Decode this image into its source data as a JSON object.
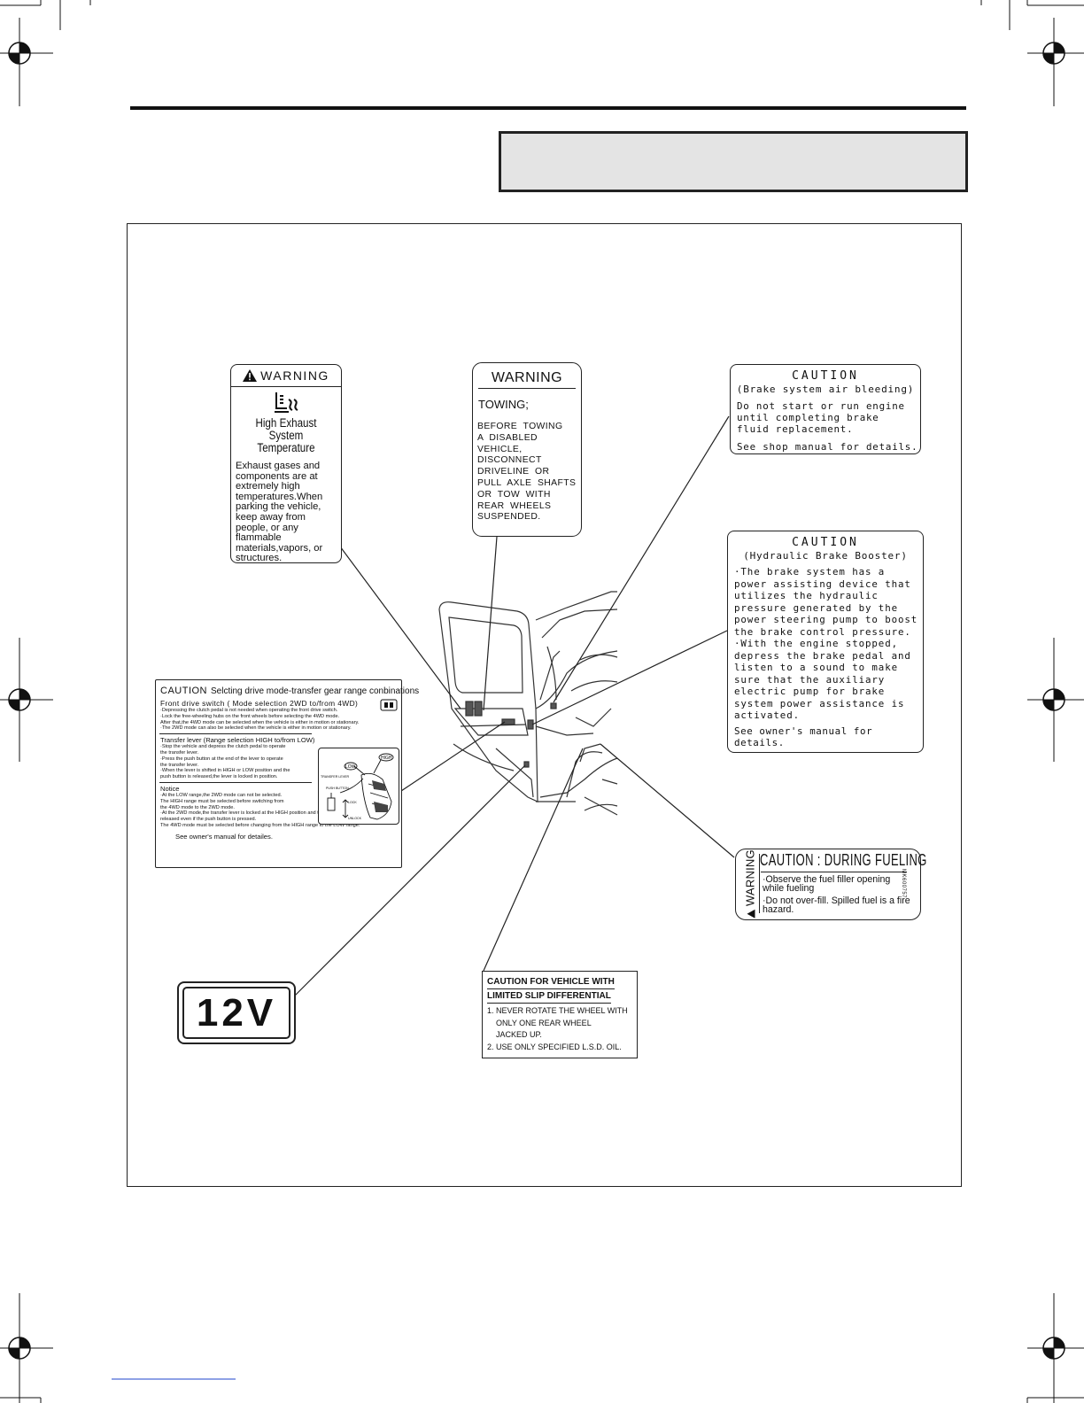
{
  "header": {
    "section_title": ""
  },
  "labels": {
    "exhaust_warning": {
      "heading": "WARNING",
      "subtitle_line1": "High Exhaust System",
      "subtitle_line2": "Temperature",
      "body": "Exhaust gases and components are at extremely high temperatures.When parking the vehicle, keep away from people, or any flammable materials,vapors, or structures."
    },
    "towing_warning": {
      "heading": "WARNING",
      "subtitle": "TOWING;",
      "body": "BEFORE  TOWING\nA  DISABLED\nVEHICLE,\nDISCONNECT\nDRIVELINE  OR\nPULL  AXLE  SHAFTS\nOR  TOW  WITH\nREAR  WHEELS\nSUSPENDED."
    },
    "brake_air_bleeding_caution": {
      "heading": "CAUTION",
      "subtitle": "(Brake system air bleeding)",
      "line1": "Do not start or run engine",
      "line2": "until completing brake",
      "line3": "fluid replacement.",
      "footer": "See shop manual for details."
    },
    "hydraulic_brake_booster_caution": {
      "heading": "CAUTION",
      "subtitle": "(Hydraulic Brake Booster)",
      "bullet1": "·The brake system has a power assisting device that utilizes the hydraulic pressure generated by the power steering pump to boost the brake control pressure.",
      "bullet2": "·With the engine stopped, depress the brake pedal and listen to a sound to make sure that the auxiliary electric pump for brake system power assistance is activated.",
      "footer": "See owner's manual for details."
    },
    "drive_mode_caution": {
      "heading": "CAUTION",
      "title": "Selcting drive mode-transfer gear range conbinations",
      "front_switch": "Front drive switch ( Mode selection 2WD to/from 4WD)",
      "front_lines": [
        "·Depressing the clutch pedal is not needed when operating the front drive switch.",
        "·Lock the free-wheeling hubs on the front wheels before selecting the 4WD mode.",
        "  After that,the 4WD mode can be selected when the vehicle is either in motion or stationary.",
        "·The 2WD mode can also be selected when the vehicle is either in motion or stationary."
      ],
      "transfer_lever": "Transfer lever (Range selection HIGH to/from LOW)",
      "transfer_lines": [
        "·Stop the vehicle and depress the clutch pedal to operate",
        "  the transfer lever.",
        "·Press the push button at the end of the lever to operate",
        "  the transfer lever.",
        "·When the lever is shifted in HIGH or LOW position and the",
        "  push button is released,the lever is locked in position."
      ],
      "notice": "Notice",
      "notice_lines": [
        "·At the LOW range,the 2WD mode can not be selected.",
        "  The HIGH range must be selected before switching from",
        "  the 4WD mode to the 2WD mode.",
        "·At the 2WD mode,the transfer lever is locked at the HIGH position and the lock can not be",
        "  released even if the push button is pressed.",
        "  The 4WD mode must be selected before changing from the HIGH range to the LOW range."
      ],
      "footer": "See owner's manual for detailes.",
      "inset": {
        "low": "LOW",
        "high": "HIGH",
        "transfer_lever": "TRANSFER LEVER",
        "push_button": "PUSH BUTTON",
        "lock": "LOCK",
        "unlock": "UNLOCK"
      }
    },
    "voltage_label": {
      "text": "12V"
    },
    "lsd_caution": {
      "heading_line1": "CAUTION  FOR  VEHICLE  WITH",
      "heading_line2": "LIMITED  SLIP  DIFFERENTIAL",
      "body": "1. NEVER ROTATE THE WHEEL WITH\n    ONLY ONE REAR WHEEL\n    JACKED UP.\n2. USE ONLY SPECIFIED L.S.D. OIL."
    },
    "fueling_caution": {
      "side": "WARNING",
      "heading": "CAUTION : DURING  FUELING",
      "line1": "·Observe the fuel filler opening while fueling",
      "line2": "·Do not over-fill.  Spilled  fuel  is a fire hazard.",
      "code": "MK600757"
    }
  }
}
